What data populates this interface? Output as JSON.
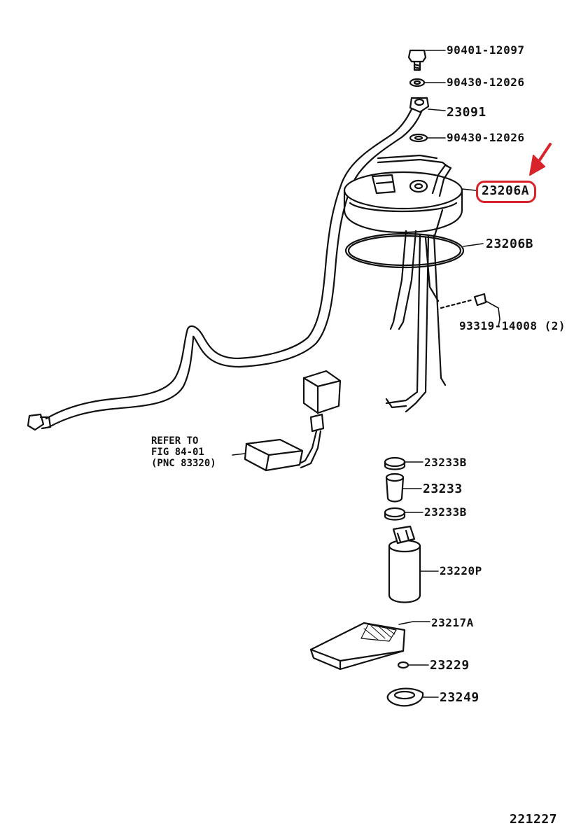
{
  "parts": {
    "bolt": "90401-12097",
    "gasket_top": "90430-12026",
    "fuel_line": "23091",
    "gasket_lower": "90430-12026",
    "pump_bracket": "23206A",
    "bracket_gasket": "23206B",
    "screw": "93319-14008 (2)",
    "clamp_upper": "23233B",
    "hose": "23233",
    "clamp_lower": "23233B",
    "fuel_pump": "23220P",
    "filter": "23217A",
    "cushion": "23229",
    "rubber": "23249"
  },
  "refer_note": {
    "line1": "REFER TO",
    "line2": "FIG 84-01",
    "line3": "(PNC 83320)"
  },
  "figure_id": "221227",
  "colors": {
    "line": "#111111",
    "highlight": "#d8232a"
  }
}
